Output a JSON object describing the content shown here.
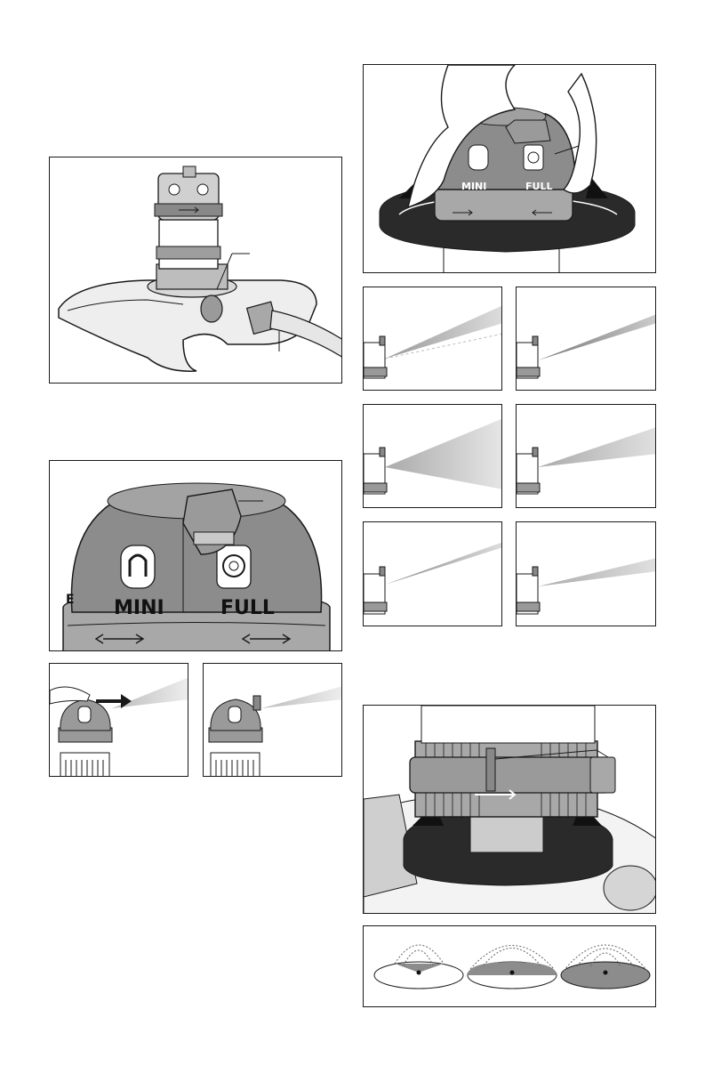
{
  "labels": {
    "mini": "MINI",
    "full": "FULL",
    "edge_letter": "E"
  },
  "icons": [
    "left-right-arrow-icon",
    "spray-icon",
    "hand-icon",
    "rotation-arrow-icon"
  ],
  "colors": {
    "line": "#1a1a1a",
    "body_gray": "#8c8c8c",
    "light_gray": "#c8c8c8",
    "dark_gray": "#555555"
  }
}
